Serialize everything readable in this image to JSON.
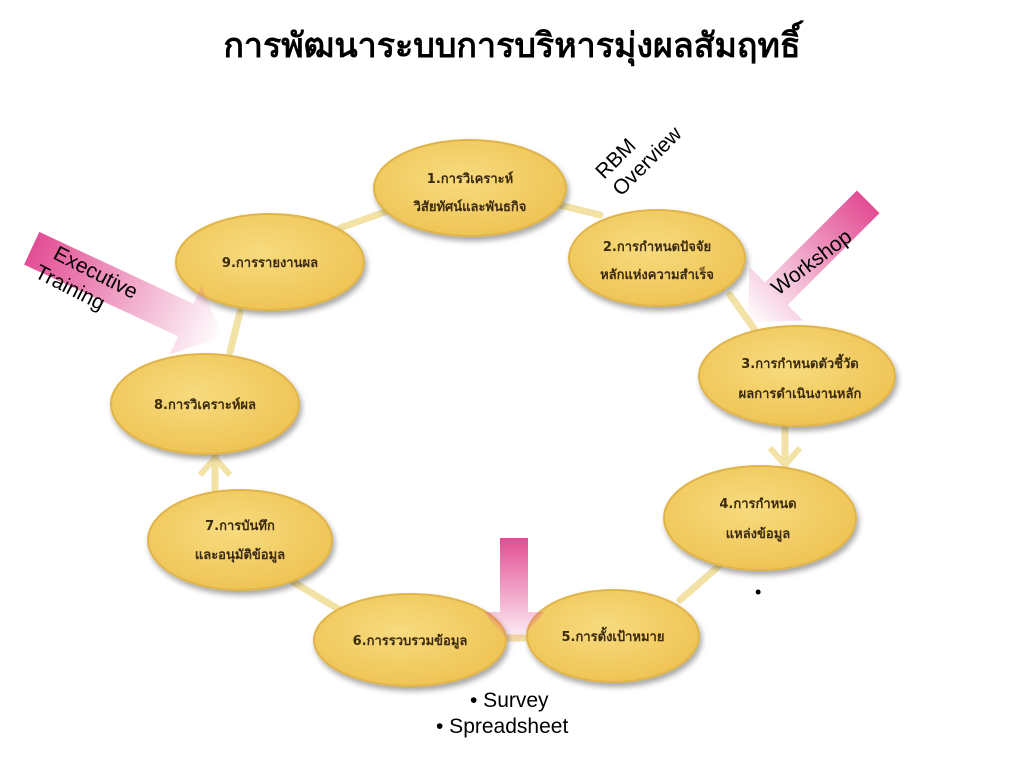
{
  "title": "การพัฒนาระบบการบริหารมุ่งผลสัมฤทธิ์",
  "colors": {
    "node_fill": "#f1cd63",
    "node_stroke": "#e0b44a",
    "connector": "#f3e2a6",
    "arrow_pink": "#e24d93"
  },
  "steps": [
    {
      "lines": [
        "1.การวิเคราะห์",
        "วิสัยทัศน์และพันธกิจ"
      ]
    },
    {
      "lines": [
        "2.การกำหนดปัจจัย",
        "หลักแห่งความสำเร็จ"
      ]
    },
    {
      "lines": [
        "3.การกำหนดตัวชี้วัด",
        "ผลการดำเนินงานหลัก"
      ]
    },
    {
      "lines": [
        "4.การกำหนด",
        "แหล่งข้อมูล"
      ]
    },
    {
      "lines": [
        "5.การตั้งเป้าหมาย"
      ]
    },
    {
      "lines": [
        "6.การรวบรวมข้อมูล"
      ]
    },
    {
      "lines": [
        "7.การบันทึก",
        "และอนุมัติข้อมูล"
      ]
    },
    {
      "lines": [
        "8.การวิเคราะห์ผล"
      ]
    },
    {
      "lines": [
        "9.การรายงานผล"
      ]
    }
  ],
  "arrows": {
    "rbm": {
      "line1": "RBM",
      "line2": "Overview"
    },
    "workshop": {
      "label": "Workshop"
    },
    "executive": {
      "line1": "Executive",
      "line2": "Training"
    }
  },
  "bottom_list": [
    "• Survey",
    "• Spreadsheet"
  ],
  "lone_bullet": "•"
}
